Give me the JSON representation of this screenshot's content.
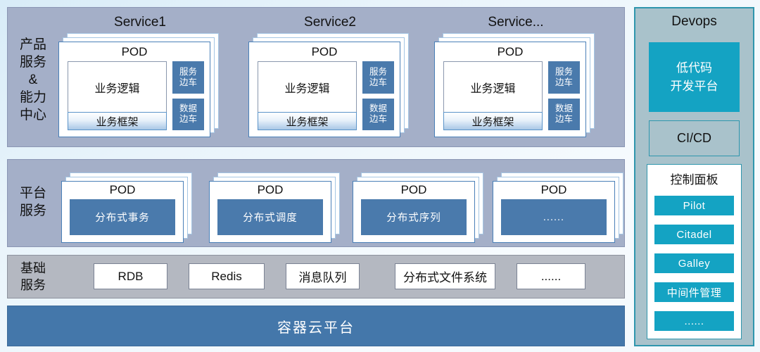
{
  "product_band": {
    "label": "产品\n服务\n&\n能力\n中心",
    "services": [
      {
        "title": "Service1",
        "pod": {
          "title": "POD",
          "logic": "业务逻辑",
          "framework": "业务框架",
          "sidecars": [
            "服务\n边车",
            "数据\n边车"
          ]
        }
      },
      {
        "title": "Service2",
        "pod": {
          "title": "POD",
          "logic": "业务逻辑",
          "framework": "业务框架",
          "sidecars": [
            "服务\n边车",
            "数据\n边车"
          ]
        }
      },
      {
        "title": "Service...",
        "pod": {
          "title": "POD",
          "logic": "业务逻辑",
          "framework": "业务框架",
          "sidecars": [
            "服务\n边车",
            "数据\n边车"
          ]
        }
      }
    ]
  },
  "platform_band": {
    "label": "平台\n服务",
    "pods": [
      {
        "title": "POD",
        "service": "分布式事务"
      },
      {
        "title": "POD",
        "service": "分布式调度"
      },
      {
        "title": "POD",
        "service": "分布式序列"
      },
      {
        "title": "POD",
        "service": "......"
      }
    ]
  },
  "infra_band": {
    "label": "基础\n服务",
    "items": [
      "RDB",
      "Redis",
      "消息队列",
      "分布式文件系统",
      "......"
    ]
  },
  "container_band": {
    "label": "容器云平台"
  },
  "devops": {
    "title": "Devops",
    "lowcode_label": "低代码\n开发平台",
    "cicd_label": "CI/CD",
    "control_panel": {
      "title": "控制面板",
      "items": [
        "Pilot",
        "Citadel",
        "Galley",
        "中间件管理",
        "......"
      ]
    }
  },
  "colors": {
    "band_blue_gray": "#a4afc8",
    "band_gray": "#b4b8c1",
    "steel_blue": "#4a7aac",
    "container_blue": "#4477aa",
    "teal_accent": "#14a3c3",
    "devops_panel_bg": "#a9c2cb",
    "devops_border": "#2f96ad",
    "card_border": "#4a80b8",
    "framework_gradient_end": "#a9c7e6"
  }
}
